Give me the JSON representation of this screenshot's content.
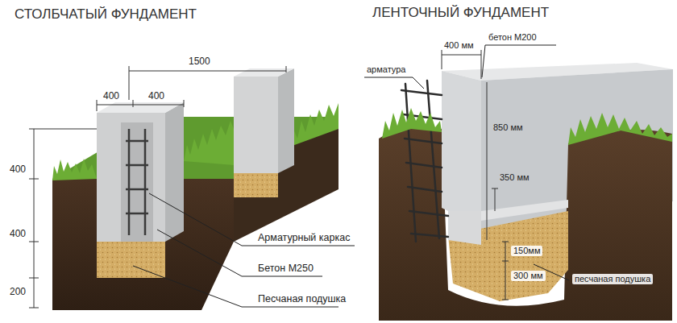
{
  "diagram": {
    "labels": [
      "СТОЛБЧАТЫЙ ФУНДАМЕНТ",
      "1500",
      "400",
      "400",
      "400",
      "400",
      "200",
      "Арматурный каркас",
      "Бетон М250",
      "Песчаная подушка",
      "ЛЕНТОЧНЫЙ ФУНДАМЕНТ",
      "400 мм",
      "бетон М200",
      "арматура",
      "850 мм",
      "350 мм",
      "150мм",
      "300 мм",
      "песчаная подушка"
    ]
  }
}
